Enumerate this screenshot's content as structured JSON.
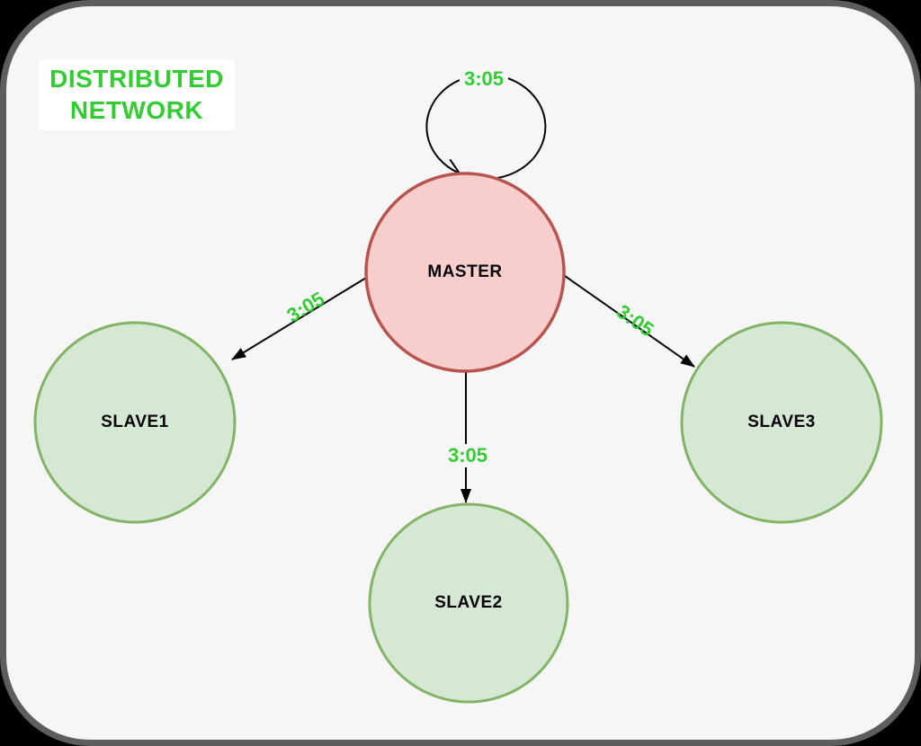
{
  "title": {
    "line1": "DISTRIBUTED",
    "line2": "NETWORK"
  },
  "nodes": {
    "master": {
      "label": "MASTER",
      "role": "master"
    },
    "slave1": {
      "label": "SLAVE1",
      "role": "slave"
    },
    "slave2": {
      "label": "SLAVE2",
      "role": "slave"
    },
    "slave3": {
      "label": "SLAVE3",
      "role": "slave"
    }
  },
  "edges": {
    "self_loop": {
      "from": "MASTER",
      "to": "MASTER",
      "label": "3:05"
    },
    "to_slave1": {
      "from": "MASTER",
      "to": "SLAVE1",
      "label": "3:05"
    },
    "to_slave2": {
      "from": "MASTER",
      "to": "SLAVE2",
      "label": "3:05"
    },
    "to_slave3": {
      "from": "MASTER",
      "to": "SLAVE3",
      "label": "3:05"
    }
  },
  "colors": {
    "label_green": "#33cc33",
    "master_fill": "#f8cecc",
    "master_stroke": "#b85450",
    "slave_fill": "#d5e8d4",
    "slave_stroke": "#82b366",
    "edge_color": "#000000",
    "canvas_bg": "#f6f6f6",
    "frame_border": "#5d5d5d",
    "title_bg": "#ffffff"
  }
}
